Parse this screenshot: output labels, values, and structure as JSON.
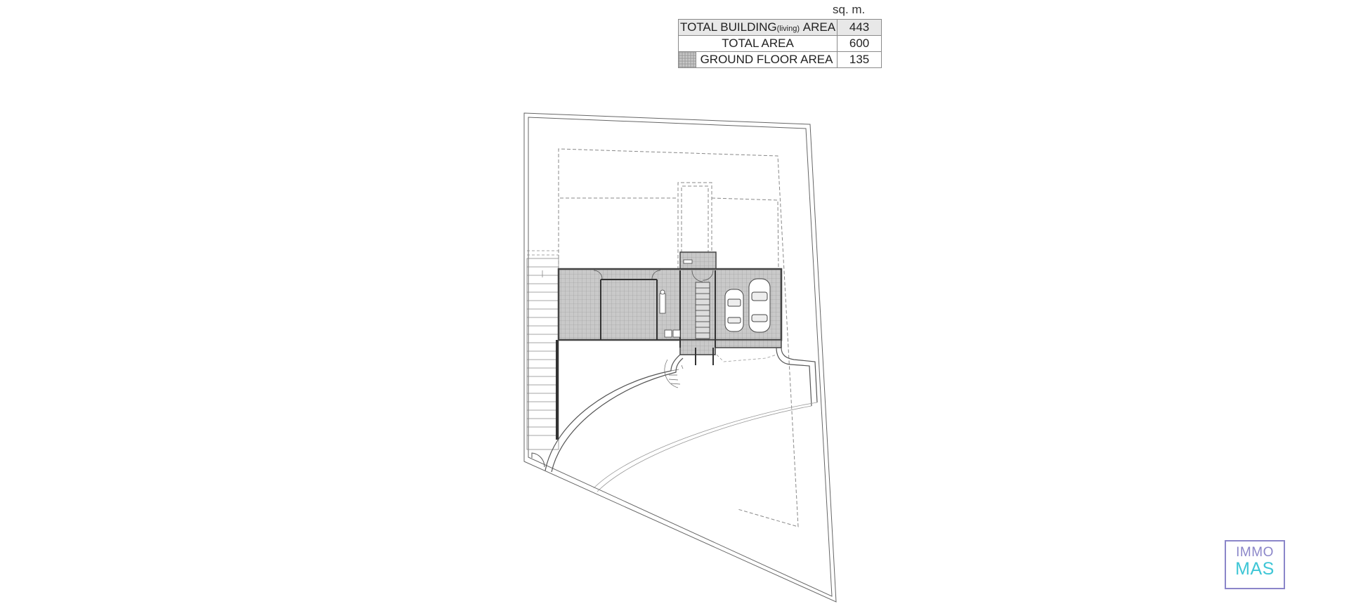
{
  "area_table": {
    "unit_header": "sq. m.",
    "rows": [
      {
        "label_a": "TOTAL BUILDING",
        "label_small": "(living)",
        "label_b": "AREA",
        "value": "443"
      },
      {
        "label": "TOTAL AREA",
        "value": "600"
      },
      {
        "label": "GROUND FLOOR AREA",
        "value": "135",
        "swatch": "grid-hatch-swatch"
      }
    ]
  },
  "logo": {
    "line1": "IMMO",
    "line2": "MAS",
    "colors": {
      "line1": "#8b86c9",
      "line2": "#3fc6d6",
      "border": "#8b86c9"
    }
  },
  "plan": {
    "description_icons": [
      "car-icon",
      "car-icon",
      "staircase",
      "curved-stair"
    ],
    "colors": {
      "line": "#555555",
      "hatch_fill": "#c9c9c9",
      "hatch_grid": "#9a9a9a"
    }
  }
}
